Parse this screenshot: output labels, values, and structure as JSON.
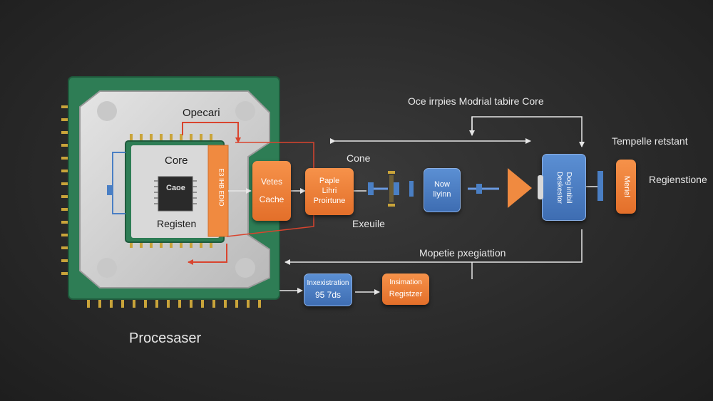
{
  "processor": {
    "label": "Procesaser",
    "opecari_label": "Opecari",
    "core_label": "Core",
    "chip_label": "Caoe",
    "register_label": "Registen",
    "strip_text": "E3 IHB EDIO"
  },
  "boxes": {
    "vetes_line1": "Vetes",
    "vetes_line2": "Cache",
    "paple_line1": "Paple",
    "paple_line2": "Lihri",
    "paple_line3": "Proirtune",
    "now_line1": "Now",
    "now_line2": "liyinn",
    "desk_line1": "Dog intibil",
    "desk_line2": "Deskestor",
    "meriel": "Meriel",
    "inxestration_line1": "Inxexistration",
    "inxestration_line2": "95 7ds",
    "insimation_line1": "Insimation",
    "insimation_line2": "Registzer"
  },
  "labels": {
    "top_title": "Oce irrpies Modrial tabire Core",
    "cone": "Cone",
    "exeuile": "Exeuile",
    "tempelle": "Tempelle retstant",
    "regienstione": "Regienstione",
    "mopetie": "Mopetie pxegiattion"
  },
  "colors": {
    "orange": "#f08a40",
    "blue": "#4a7fc4",
    "red_arrow": "#d9442e",
    "pcb_green": "#2e7d55"
  }
}
